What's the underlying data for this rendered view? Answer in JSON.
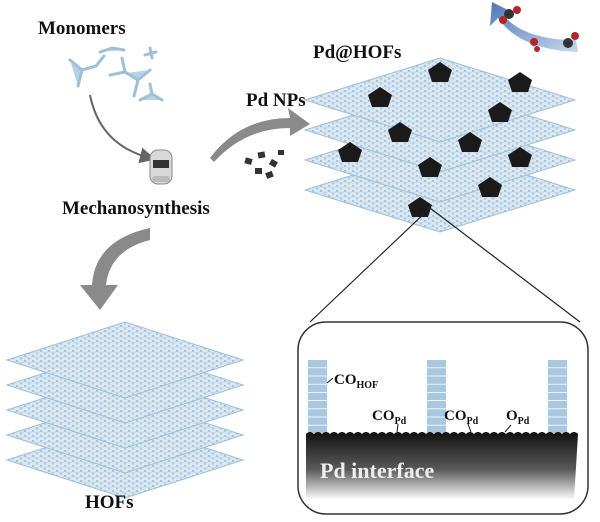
{
  "labels": {
    "monomers": "Monomers",
    "mechanosynthesis": "Mechanosynthesis",
    "pd_nps": "Pd NPs",
    "pd_hofs": "Pd@HOFs",
    "hofs": "HOFs",
    "pd_interface": "Pd interface"
  },
  "species": [
    {
      "main": "CO",
      "sub": "HOF"
    },
    {
      "main": "CO",
      "sub": "Pd"
    },
    {
      "main": "CO",
      "sub": "Pd"
    },
    {
      "main": "O",
      "sub": "Pd"
    }
  ],
  "colors": {
    "framework": "#a9c8e0",
    "node": "#8fb6d6",
    "pd": "#1a1a1a",
    "arrow_grey": "#8a8a8a",
    "arrow_blue": "#6f93c8",
    "o_atom": "#b3262a"
  }
}
